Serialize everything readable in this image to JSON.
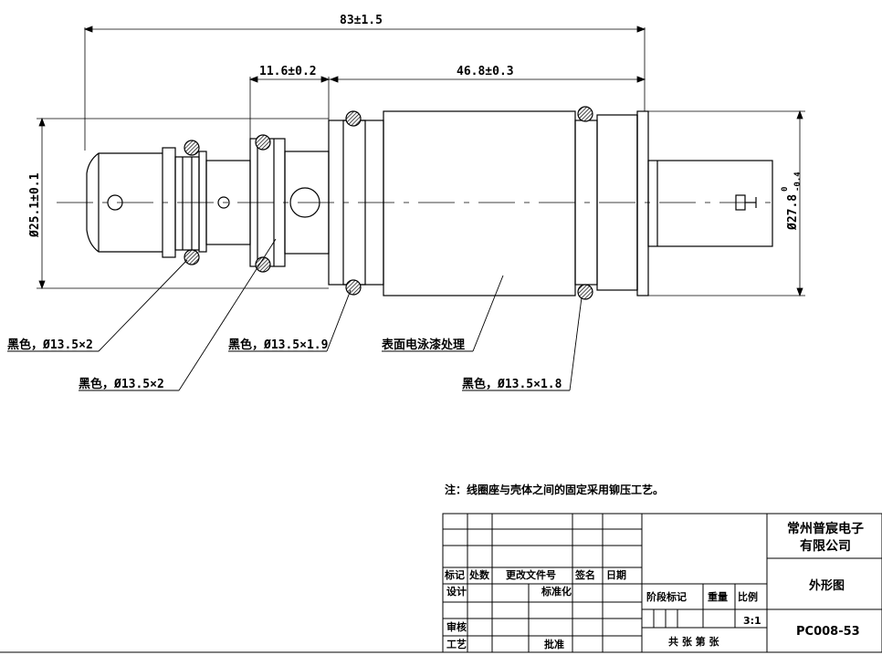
{
  "drawing": {
    "dimensions": {
      "overall_length": "83±1.5",
      "segment_a": "11.6±0.2",
      "segment_b": "46.8±0.3",
      "left_diameter": "Ø25.1±0.1",
      "right_diameter_main": "Ø27.8",
      "right_diameter_upper_tol": "0",
      "right_diameter_lower_tol": "-0.4"
    },
    "callouts": {
      "oring_1": "黑色，Ø13.5×2",
      "oring_2": "黑色，Ø13.5×2",
      "oring_3": "黑色，Ø13.5×1.9",
      "surface": "表面电泳漆处理",
      "oring_4": "黑色，Ø13.5×1.8"
    },
    "note": "注：线圈座与壳体之间的固定采用铆压工艺。"
  },
  "title_block": {
    "headers": {
      "mark": "标记",
      "count": "处数",
      "doc": "更改文件号",
      "sign": "签名",
      "date": "日期"
    },
    "roles": {
      "design": "设计",
      "standard": "标准化",
      "review": "审核",
      "process": "工艺",
      "approve": "批准"
    },
    "stage_mark": "阶段标记",
    "weight": "重量",
    "scale_label": "比例",
    "scale_value": "3:1",
    "sheets": "共  张 第  张",
    "company_line1": "常州普宸电子",
    "company_line2": "有限公司",
    "drawing_name": "外形图",
    "drawing_number": "PC008-53"
  }
}
